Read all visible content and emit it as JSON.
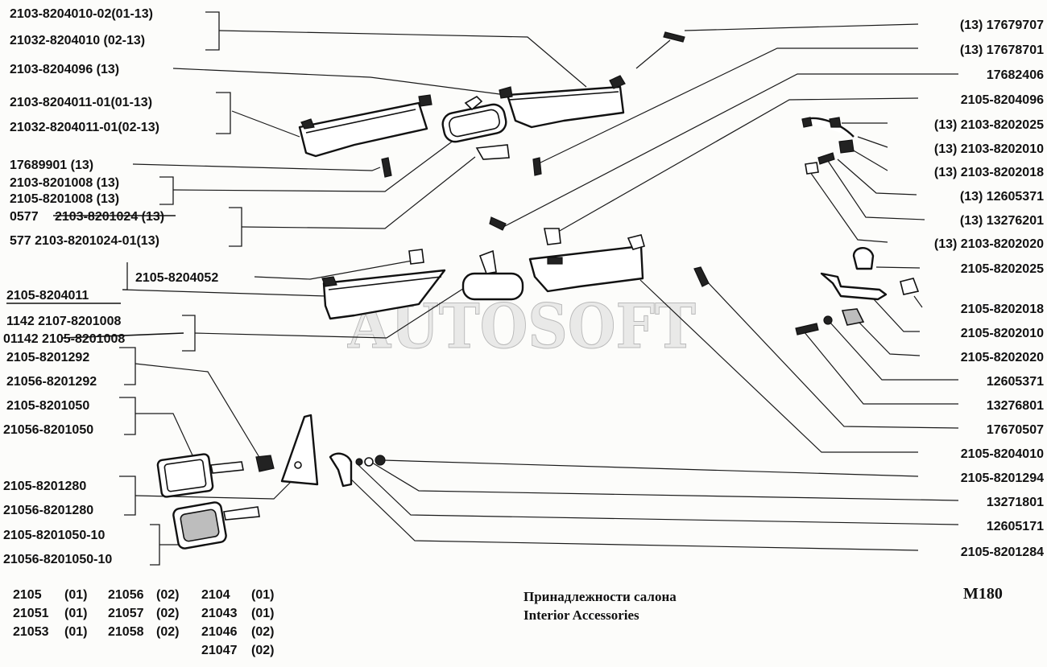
{
  "watermark": "AUTOSOFT",
  "left_labels": [
    "2103-8204010-02(01-13)",
    "21032-8204010 (02-13)",
    "2103-8204096 (13)",
    "2103-8204011-01(01-13)",
    "21032-8204011-01(02-13)",
    "17689901 (13)",
    "2103-8201008 (13)",
    "2105-8201008 (13)",
    "0577 ",
    "2103-8201024",
    " (13)",
    "577   2103-8201024-01(13)",
    "2105-8204052",
    "2105-8204011",
    "1142 2107-8201008",
    "01142 2105-8201008",
    "2105-8201292",
    "21056-8201292",
    "2105-8201050",
    "21056-8201050",
    "2105-8201280",
    "21056-8201280",
    "2105-8201050-10",
    "21056-8201050-10"
  ],
  "right_labels": [
    "(13) 17679707",
    "(13) 17678701",
    "17682406",
    "2105-8204096",
    "(13) 2103-8202025",
    "(13) 2103-8202010",
    "(13) 2103-8202018",
    "(13) 12605371",
    "(13) 13276201",
    "(13) 2103-8202020",
    "2105-8202025",
    "2105-8202018",
    "2105-8202010",
    "2105-8202020",
    "12605371",
    "13276801",
    "17670507",
    "2105-8204010",
    "2105-8201294",
    "13271801",
    "12605171",
    "2105-8201284"
  ],
  "models": [
    [
      "2105",
      "(01)"
    ],
    [
      "21051",
      "(01)"
    ],
    [
      "21053",
      "(01)"
    ],
    [
      "21056",
      "(02)"
    ],
    [
      "21057",
      "(02)"
    ],
    [
      "21058",
      "(02)"
    ],
    [
      "2104",
      "(01)"
    ],
    [
      "21043",
      "(01)"
    ],
    [
      "21046",
      "(02)"
    ],
    [
      "21047",
      "(02)"
    ]
  ],
  "title": {
    "ru": "Принадлежности салона",
    "en": "Interior Accessories"
  },
  "figure_code": "M180"
}
